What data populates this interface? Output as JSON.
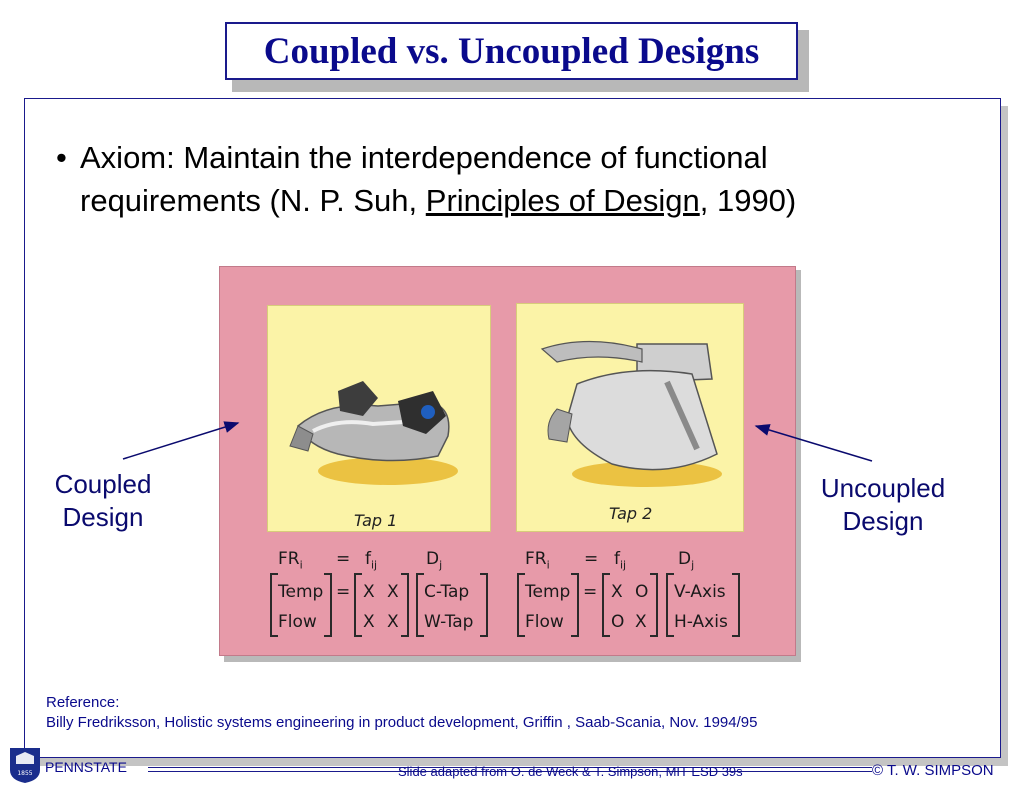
{
  "title": "Coupled vs. Uncoupled Designs",
  "bullet": {
    "marker": "•",
    "before": "Axiom: Maintain the interdependence of functional requirements (N. P. Suh, ",
    "book": "Principles of Design",
    "after": ", 1990)"
  },
  "figure": {
    "tap1": {
      "label": "Tap 1",
      "header": {
        "fr": "FR",
        "fr_sub": "i",
        "eq": "=",
        "f": "f",
        "f_sub": "ij",
        "d": "D",
        "d_sub": "j"
      },
      "rows": [
        {
          "fr": "Temp",
          "eq": "=",
          "m1": "X",
          "m2": "X",
          "d": "C-Tap"
        },
        {
          "fr": "Flow",
          "eq": "",
          "m1": "X",
          "m2": "X",
          "d": "W-Tap"
        }
      ]
    },
    "tap2": {
      "label": "Tap 2",
      "header": {
        "fr": "FR",
        "fr_sub": "i",
        "eq": "=",
        "f": "f",
        "f_sub": "ij",
        "d": "D",
        "d_sub": "j"
      },
      "rows": [
        {
          "fr": "Temp",
          "eq": "=",
          "m1": "X",
          "m2": "O",
          "d": "V-Axis"
        },
        {
          "fr": "Flow",
          "eq": "",
          "m1": "O",
          "m2": "X",
          "d": "H-Axis"
        }
      ]
    }
  },
  "labels": {
    "coupled_line1": "Coupled",
    "coupled_line2": "Design",
    "uncoupled_line1": "Uncoupled",
    "uncoupled_line2": "Design"
  },
  "reference": {
    "heading": "Reference:",
    "text": "Billy Fredriksson, Holistic systems engineering in product development, Griffin , Saab-Scania, Nov. 1994/95"
  },
  "footer": {
    "logo_year": "1855",
    "pennstate": "PENNSTATE",
    "adapted": "Slide adapted from O. de Weck & T. Simpson, MIT ESD 39s",
    "copyright": "© T. W. SIMPSON"
  },
  "colors": {
    "title_blue": "#0a0a8c",
    "figure_pink": "#e79aa9",
    "panel_yellow": "#fbf3a7"
  }
}
